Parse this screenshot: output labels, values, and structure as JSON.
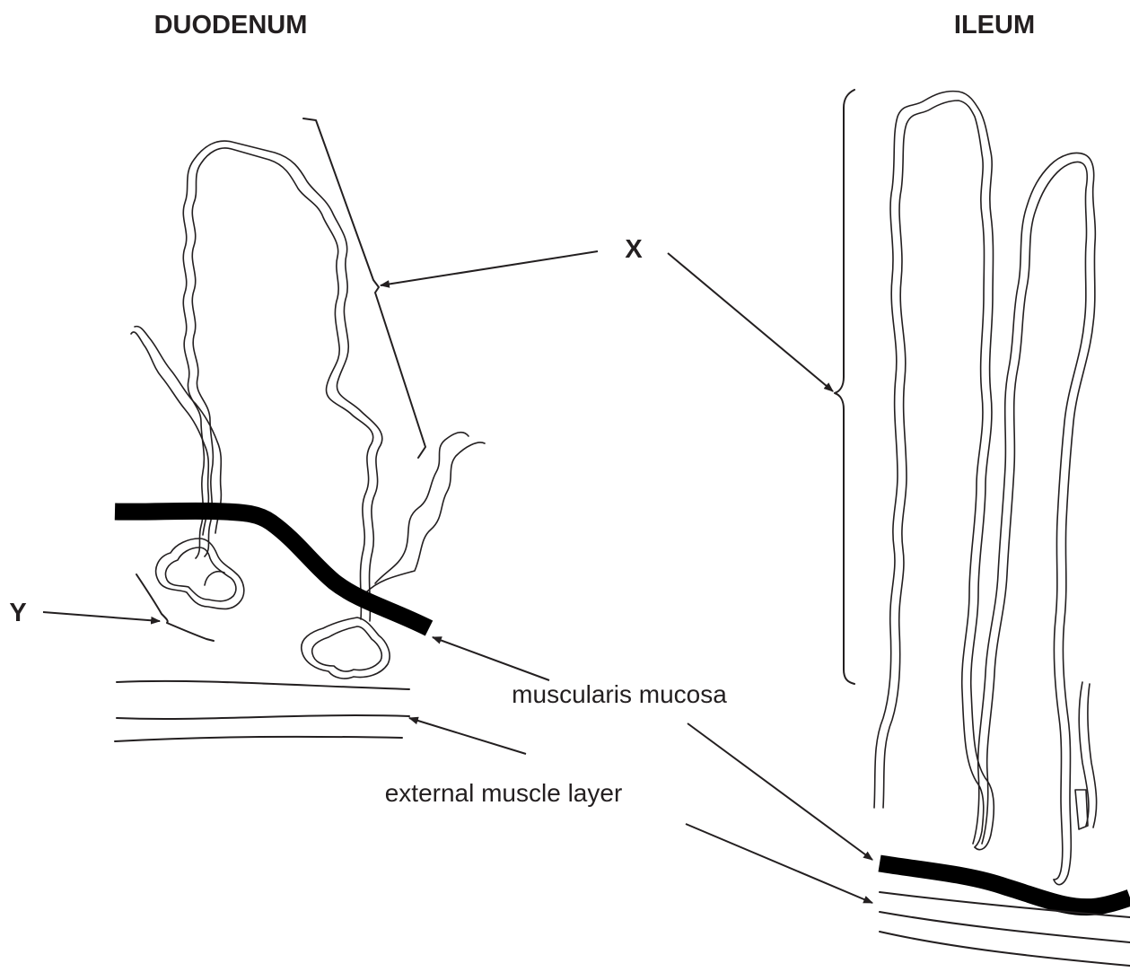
{
  "titles": {
    "left": "DUODENUM",
    "right": "ILEUM"
  },
  "labels": {
    "x": "X",
    "y": "Y",
    "muscularis_mucosa": "muscularis mucosa",
    "external_muscle_layer": "external muscle layer"
  },
  "colors": {
    "ink": "#231f20",
    "background": "#ffffff"
  }
}
